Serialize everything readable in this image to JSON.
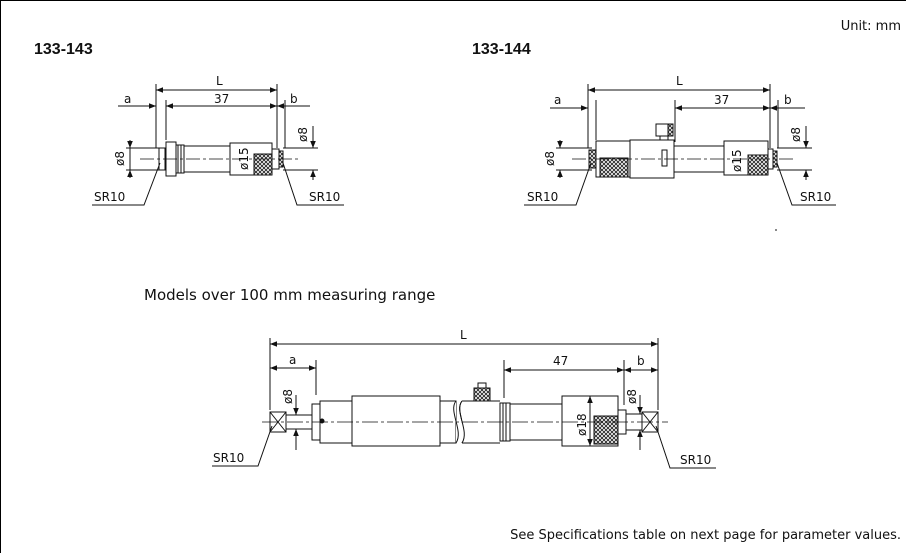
{
  "unit_label": "Unit: mm",
  "models": {
    "left_id": "133-143",
    "right_id": "133-144"
  },
  "caption": "Models over 100 mm measuring range",
  "footnote": "See Specifications table on next page for parameter values.",
  "dimensions": {
    "L": "L",
    "a": "a",
    "b": "b",
    "len_37": "37",
    "len_47": "47",
    "d8": "ø8",
    "d15": "ø15",
    "d18": "ø18",
    "sr10": "SR10"
  }
}
